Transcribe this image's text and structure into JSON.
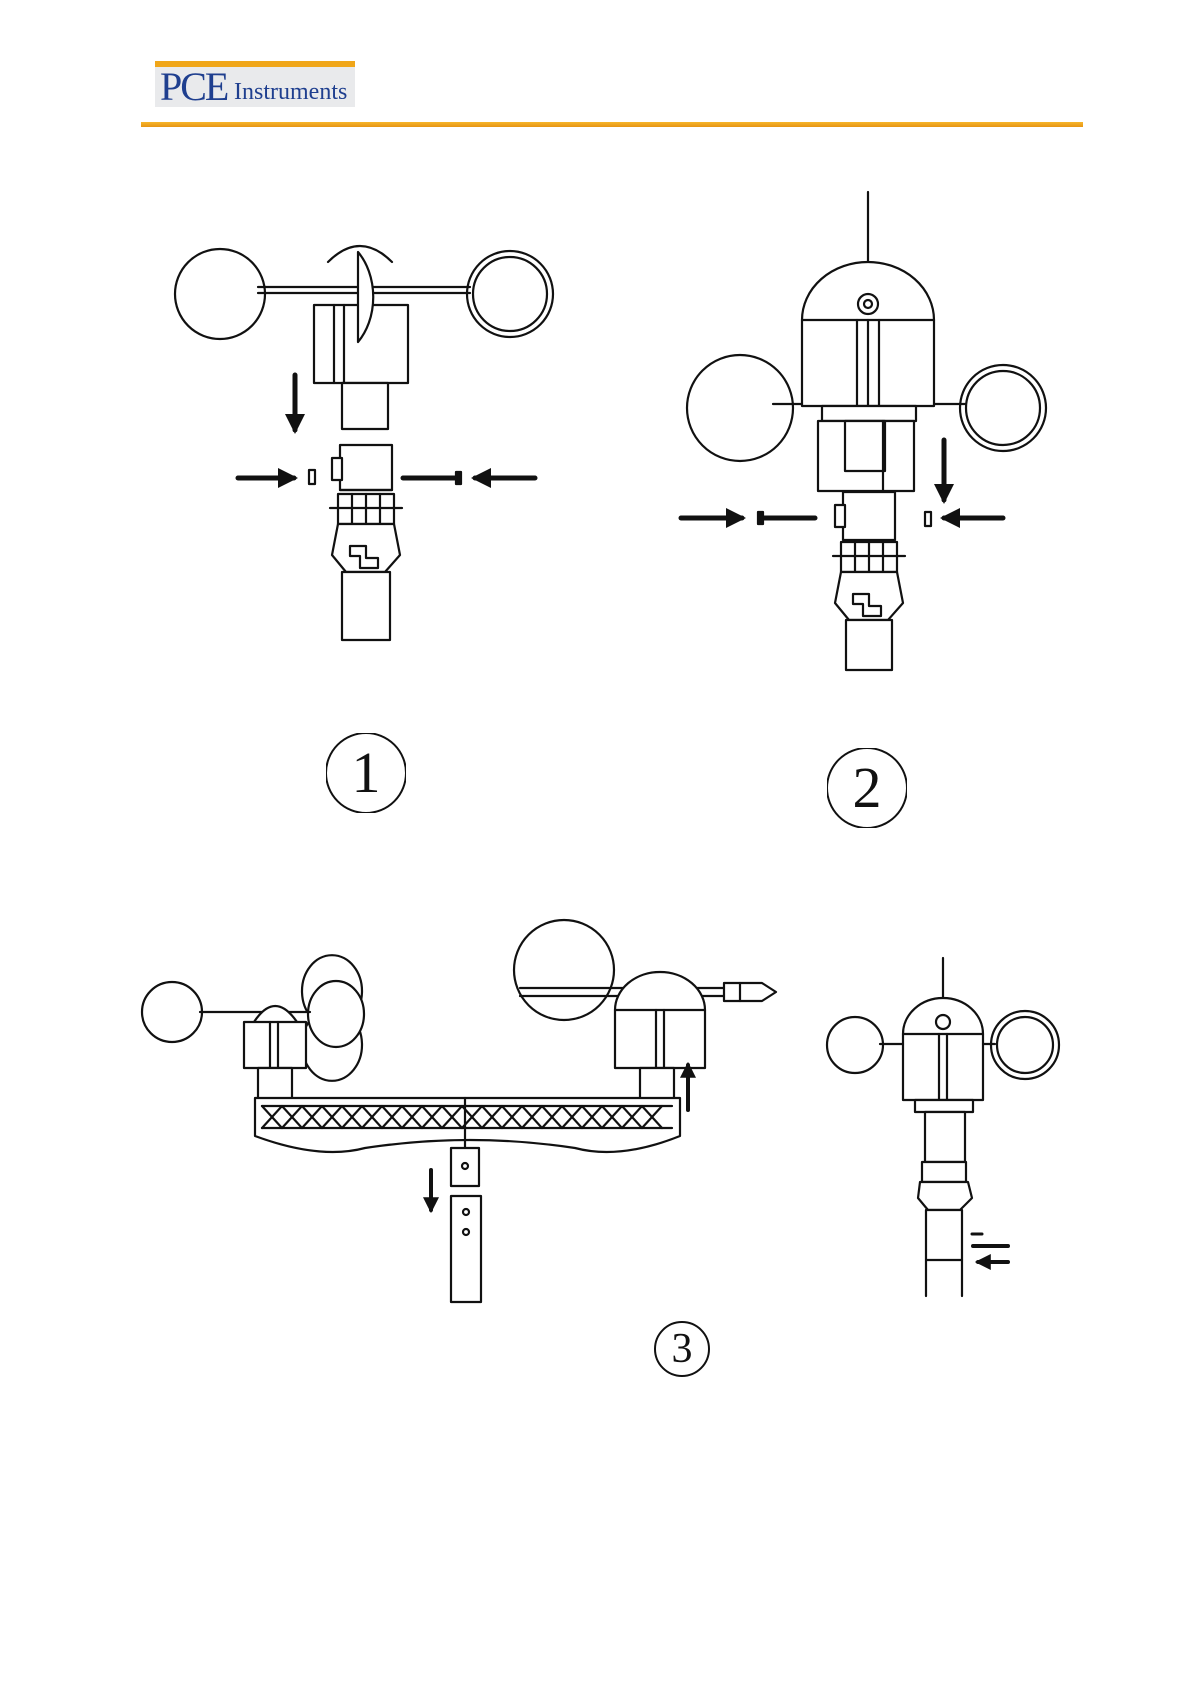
{
  "header": {
    "brand_short": "PCE",
    "brand_word": "Instruments",
    "brand_color": "#1f3f8f",
    "accent_color": "#f0a619"
  },
  "figures": [
    {
      "step": "1"
    },
    {
      "step": "2"
    },
    {
      "step": "3"
    }
  ]
}
